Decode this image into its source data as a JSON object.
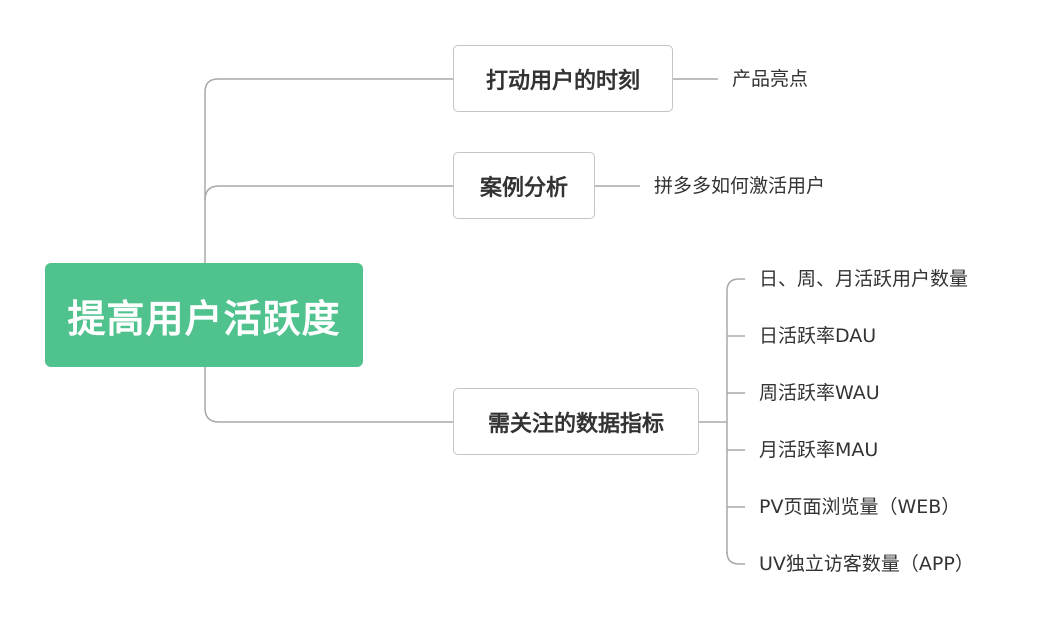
{
  "colors": {
    "root_fill": "#4fc28e",
    "line": "#a8a8a8",
    "border": "#c4c4c4",
    "text": "#333333"
  },
  "root": {
    "label": "提高用户活跃度"
  },
  "branches": [
    {
      "label": "打动用户的时刻",
      "leaves": [
        "产品亮点"
      ]
    },
    {
      "label": "案例分析",
      "leaves": [
        "拼多多如何激活用户"
      ]
    },
    {
      "label": "需关注的数据指标",
      "leaves": [
        "日、周、月活跃用户数量",
        "日活跃率DAU",
        "周活跃率WAU",
        "月活跃率MAU",
        "PV页面浏览量（WEB）",
        "UV独立访客数量（APP）"
      ]
    }
  ]
}
